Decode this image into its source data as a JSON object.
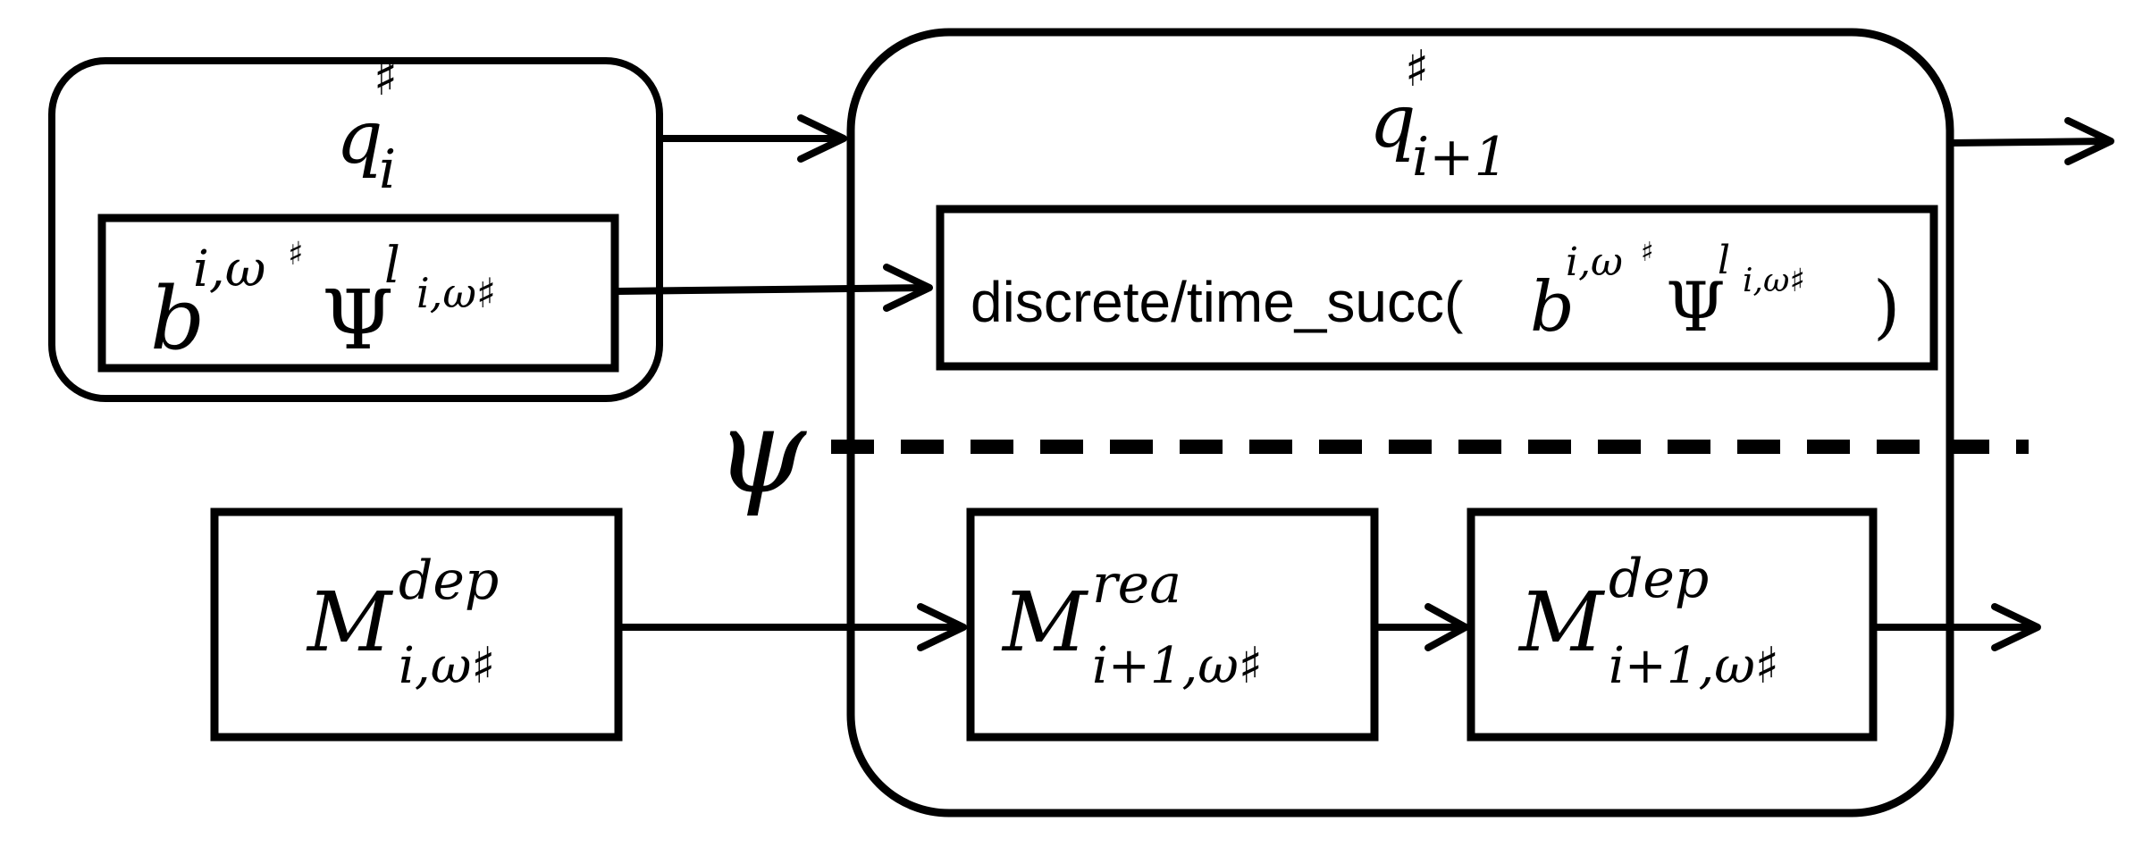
{
  "nodes": {
    "q_i": {
      "symbol": "q",
      "sup": "♯",
      "sub": "i"
    },
    "b_psi": {
      "b": "b",
      "b_sup": "i,ω",
      "b_sup_sharp": "♯",
      "psi": "Ψ",
      "psi_sup": "l",
      "psi_sup_sub": "i,ω♯"
    },
    "q_next": {
      "symbol": "q",
      "sup": "♯",
      "sub": "i+1"
    },
    "succ": {
      "func": "discrete/time_succ(",
      "b": "b",
      "b_sup": "i,ω",
      "b_sup_sharp": "♯",
      "psi": "Ψ",
      "psi_sup": "l",
      "psi_sup_sub": "i,ω♯",
      "close": ")"
    },
    "separator": {
      "symbol": "ψ"
    },
    "m_dep_i": {
      "symbol": "M",
      "sup": "dep",
      "sub": "i,ω♯"
    },
    "m_rea_next": {
      "symbol": "M",
      "sup": "rea",
      "sub": "i+1,ω♯"
    },
    "m_dep_next": {
      "symbol": "M",
      "sup": "dep",
      "sub": "i+1,ω♯"
    }
  },
  "colors": {
    "stroke": "#000000",
    "background": "#ffffff"
  }
}
